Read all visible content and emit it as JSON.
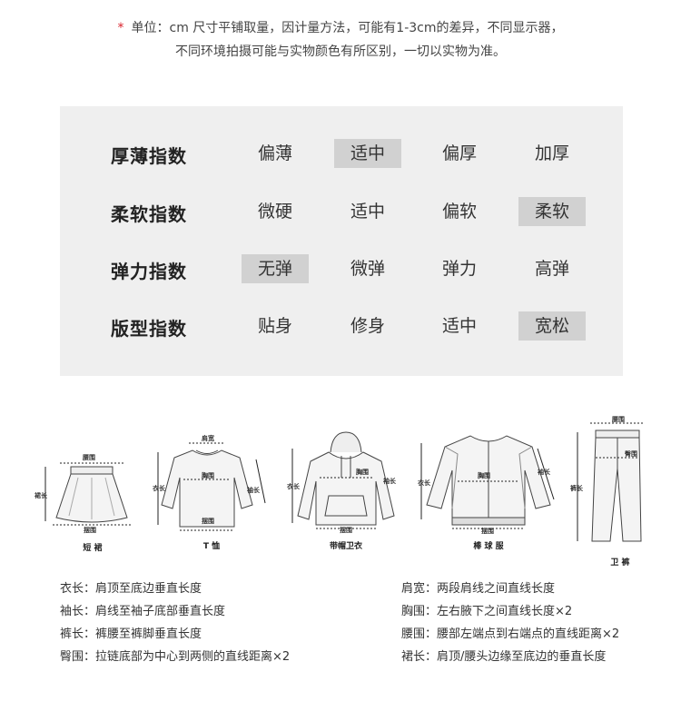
{
  "notice": {
    "star": "*",
    "line1": "单位：cm  尺寸平铺取量，因计量方法，可能有1-3cm的差异，不同显示器，",
    "line2": "不同环境拍摄可能与实物颜色有所区别，一切以实物为准。"
  },
  "indices": [
    {
      "label": "厚薄指数",
      "options": [
        "偏薄",
        "适中",
        "偏厚",
        "加厚"
      ],
      "selected": 1
    },
    {
      "label": "柔软指数",
      "options": [
        "微硬",
        "适中",
        "偏软",
        "柔软"
      ],
      "selected": 3
    },
    {
      "label": "弹力指数",
      "options": [
        "无弹",
        "微弹",
        "弹力",
        "高弹"
      ],
      "selected": 0
    },
    {
      "label": "版型指数",
      "options": [
        "贴身",
        "修身",
        "适中",
        "宽松"
      ],
      "selected": 3
    }
  ],
  "garments": {
    "skirt": {
      "caption": "短 裙",
      "waist": "腰围",
      "hem": "摆围",
      "length": "裙长"
    },
    "tshirt": {
      "caption": "T 恤",
      "shoulder": "肩宽",
      "chest": "胸围",
      "hem": "摆围",
      "length": "衣长",
      "sleeve": "袖长"
    },
    "hoodie": {
      "caption": "带帽卫衣",
      "chest": "胸围",
      "hem": "摆围",
      "length": "衣长",
      "sleeve": "袖长"
    },
    "jacket": {
      "caption": "棒 球 服",
      "chest": "胸围",
      "hem": "摆围",
      "length": "衣长",
      "sleeve": "袖长"
    },
    "pants": {
      "caption": "卫 裤",
      "waist": "腰围",
      "hip": "臀围",
      "length": "裤长"
    }
  },
  "definitions_left": [
    "衣长：肩顶至底边垂直长度",
    "袖长：肩线至袖子底部垂直长度",
    "裤长：裤腰至裤脚垂直长度",
    "臀围：拉链底部为中心到两侧的直线距离×2"
  ],
  "definitions_right": [
    "肩宽：两段肩线之间直线长度",
    "胸围：左右腋下之间直线长度×2",
    "腰围：腰部左端点到右端点的直线距离×2",
    "裙长：肩顶/腰头边缘至底边的垂直长度"
  ]
}
